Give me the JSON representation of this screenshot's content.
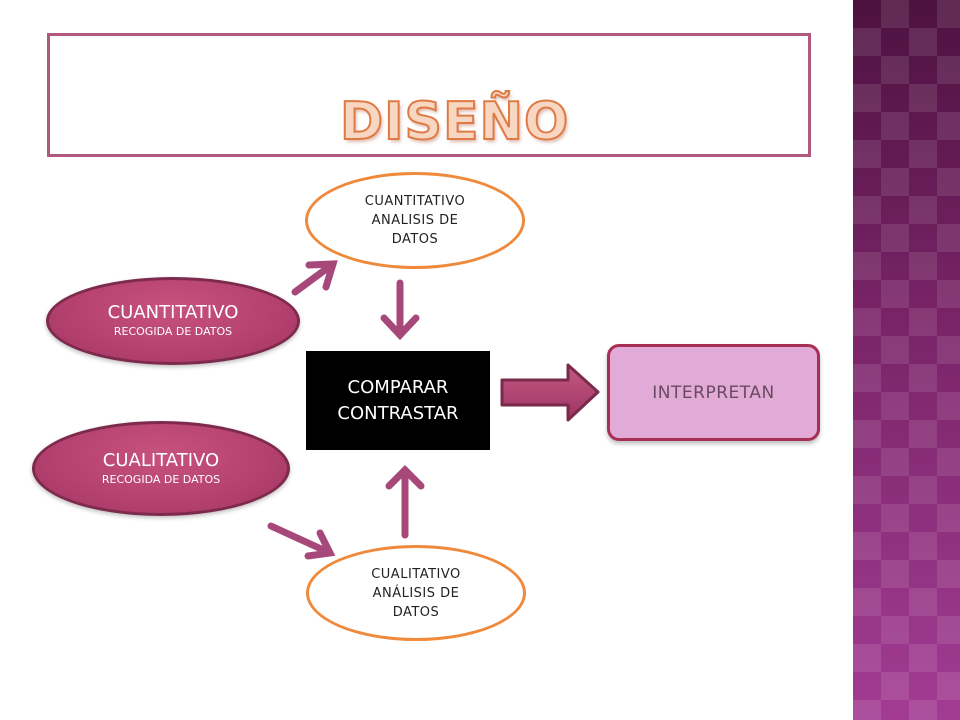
{
  "title": "DISEÑO",
  "nodes": {
    "quant_collect": {
      "line1": "CUANTITATIVO",
      "line2": "RECOGIDA DE DATOS"
    },
    "qual_collect": {
      "line1": "CUALITATIVO",
      "line2": "RECOGIDA DE DATOS"
    },
    "quant_analysis": {
      "line1": "CUANTITATIVO",
      "line2": "ANALISIS DE",
      "line3": "DATOS"
    },
    "qual_analysis": {
      "line1": "CUALITATIVO",
      "line2": "ANÁLISIS DE",
      "line3": "DATOS"
    },
    "compare": {
      "line1": "COMPARAR",
      "line2": "CONTRASTAR"
    },
    "interpret": {
      "label": "INTERPRETAN"
    }
  },
  "colors": {
    "side_band": "#8c2f7a",
    "title_border": "#b1587f",
    "pink_node": "#b03e6c",
    "orange_outline": "#ef8a3d",
    "arrow": "#a7487a",
    "interpret_fill": "#e2aad6"
  }
}
